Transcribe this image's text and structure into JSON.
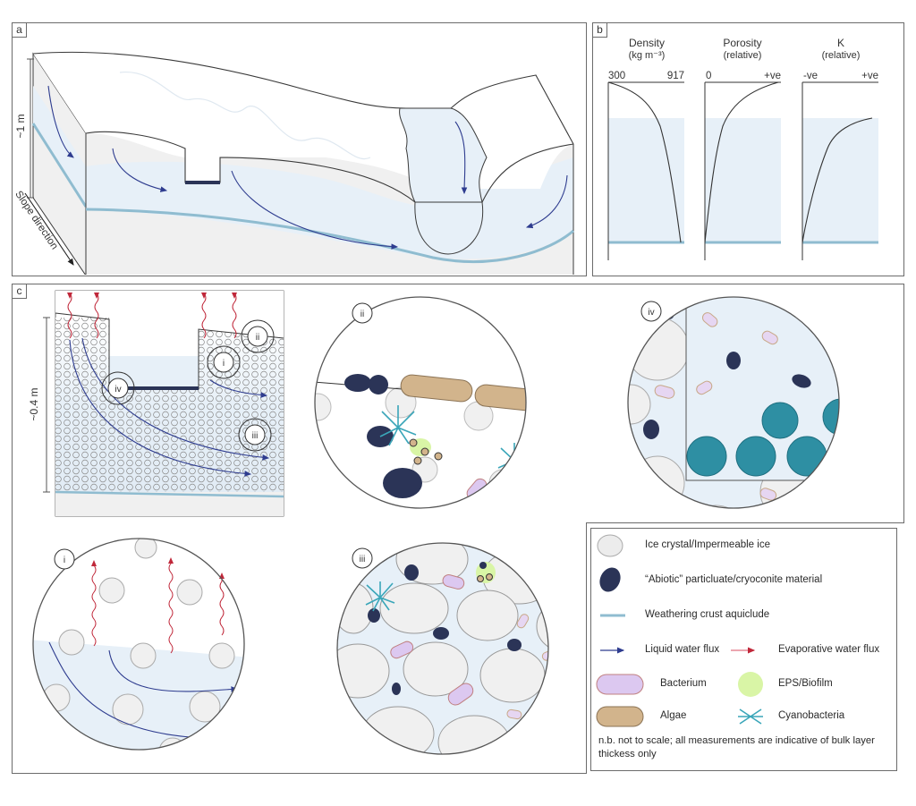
{
  "figure": {
    "panels": {
      "a": {
        "label": "a",
        "scale_label": "~1 m",
        "direction_label": "Slope direction"
      },
      "b": {
        "label": "b",
        "profiles": [
          {
            "title": "Density",
            "subtitle": "(kg m⁻³)",
            "axis_min": "300",
            "axis_max": "917"
          },
          {
            "title": "Porosity",
            "subtitle": "(relative)",
            "axis_min": "0",
            "axis_max": "+ve"
          },
          {
            "title": "K",
            "subtitle": "(relative)",
            "axis_min": "-ve",
            "axis_max": "+ve"
          }
        ]
      },
      "c": {
        "label": "c",
        "scale_label": "~0.4 m",
        "insets": [
          {
            "id": "i",
            "label": "i"
          },
          {
            "id": "ii",
            "label": "ii"
          },
          {
            "id": "iii",
            "label": "iii"
          },
          {
            "id": "iv",
            "label": "iv"
          }
        ]
      }
    },
    "legend": {
      "items": [
        {
          "key": "ice",
          "label": "Ice crystal/Impermeable ice",
          "color": "#ececec"
        },
        {
          "key": "particulate",
          "label": "“Abiotic” particluate/cryoconite material",
          "color": "#2b3457"
        },
        {
          "key": "aquiclude",
          "label": "Weathering crust aquiclude",
          "color": "#8fbcd0"
        },
        {
          "key": "liquid",
          "label": "Liquid water flux",
          "color": "#2e3c8f"
        },
        {
          "key": "evap",
          "label": "Evaporative water flux",
          "color": "#c0283a"
        },
        {
          "key": "bacterium",
          "label": "Bacterium",
          "color": "#dcc8f0"
        },
        {
          "key": "eps",
          "label": "EPS/Biofilm",
          "color": "#d9f5a6"
        },
        {
          "key": "algae",
          "label": "Algae",
          "color": "#d2b48c"
        },
        {
          "key": "cyano",
          "label": "Cyanobacteria",
          "color": "#3aa6b9"
        }
      ],
      "note": "n.b. not to scale; all measurements are indicative of bulk layer thickess only"
    },
    "colors": {
      "water": "#e7f0f8",
      "aquiclude": "#8fbcd0",
      "ice_bulk": "#f0f0f0",
      "outline": "#3a3a3a"
    }
  }
}
